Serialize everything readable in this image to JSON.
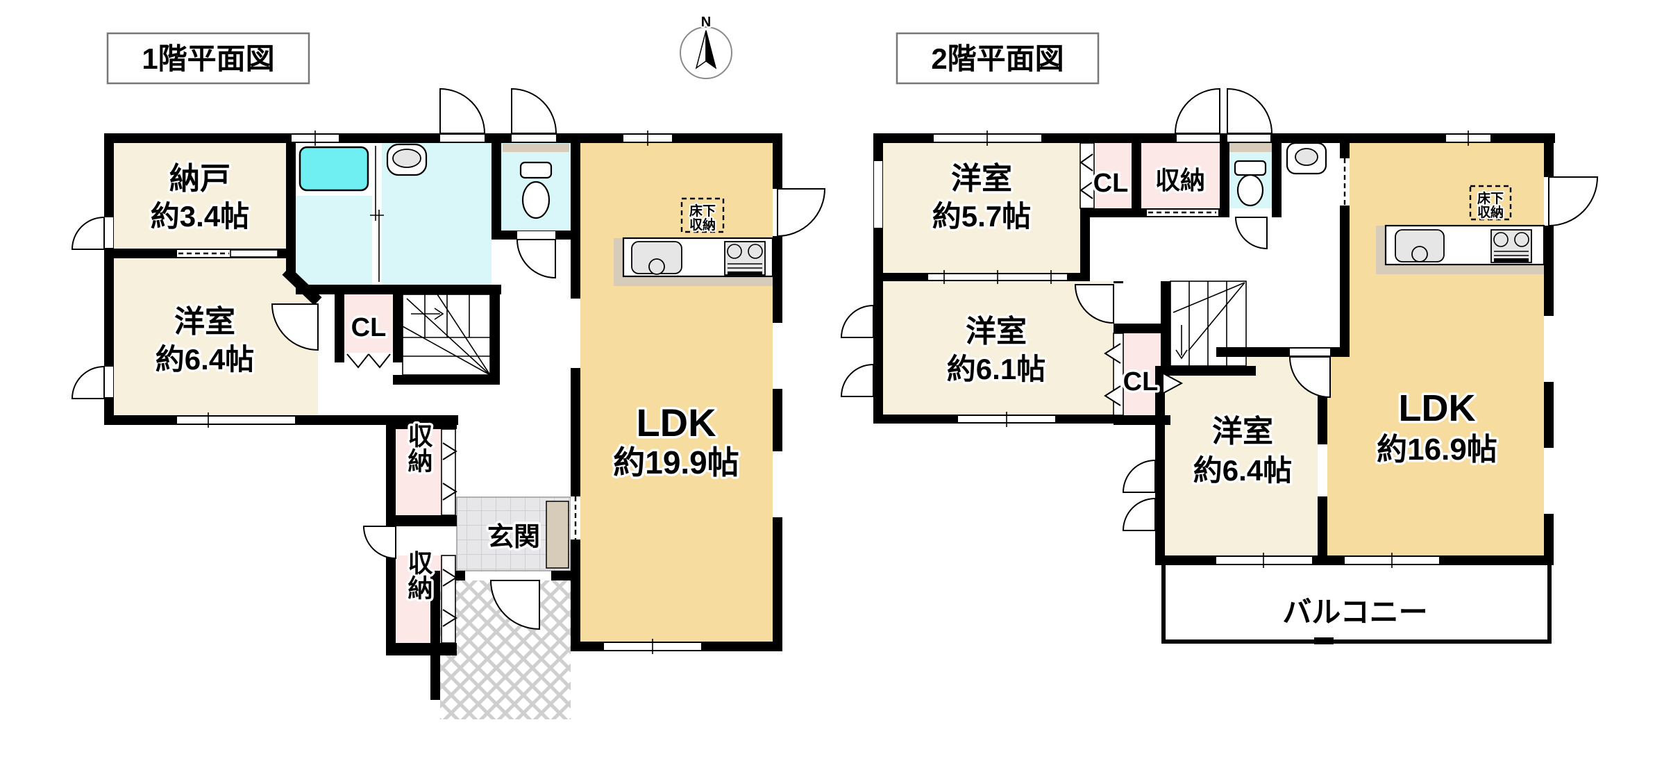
{
  "f1": {
    "title": "1階平面図",
    "compass": "N",
    "nando_name": "納戸",
    "nando_size": "約3.4帖",
    "west_name": "洋室",
    "west_size": "約6.4帖",
    "cl": "CL",
    "storage_upper": "収納",
    "storage_lower": "収納",
    "genkan": "玄関",
    "ldk_name": "LDK",
    "ldk_size": "約19.9帖",
    "underfloor_line1": "床下",
    "underfloor_line2": "収納"
  },
  "f2": {
    "title": "2階平面図",
    "west1_name": "洋室",
    "west1_size": "約5.7帖",
    "cl_top": "CL",
    "storage_top": "収納",
    "west2_name": "洋室",
    "west2_size": "約6.1帖",
    "cl_mid": "CL",
    "west3_name": "洋室",
    "west3_size": "約6.4帖",
    "ldk_name": "LDK",
    "ldk_size": "約16.9帖",
    "underfloor_line1": "床下",
    "underfloor_line2": "収納",
    "balcony": "バルコニー"
  },
  "colors": {
    "wall": "#000000",
    "room_cream": "#F7F0DD",
    "ldk_wheat": "#F6DC9E",
    "closet_pink": "#FBE8E7",
    "bath_floor": "#D9F6F8",
    "tub_cyan": "#70EFF3",
    "cabinet_tan": "#D7CCBA",
    "tile_gray": "#E7E7EA",
    "title_border": "#777777"
  }
}
